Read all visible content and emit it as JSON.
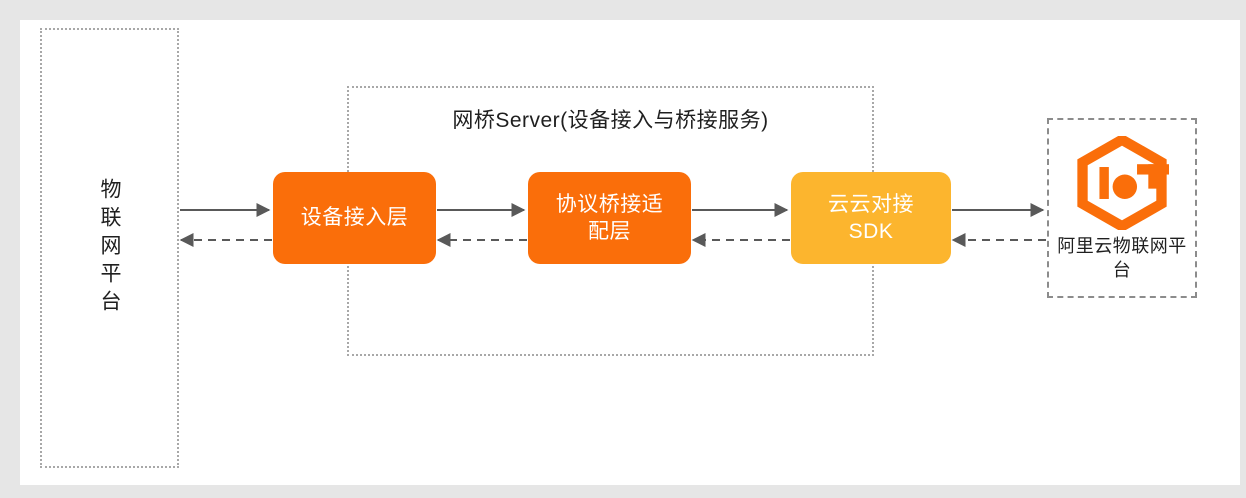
{
  "canvas": {
    "background": "#ffffff",
    "page_background": "#e6e6e6"
  },
  "colors": {
    "orange": "#FA6E0A",
    "amber": "#FCB52E",
    "border_dotted": "#a8a8a8",
    "border_dashed": "#8c8c8c",
    "arrow": "#595959",
    "text": "#1f1f1f"
  },
  "left_zone": {
    "name": "iot-platform-left",
    "label": "物联网平台",
    "border_style": "dotted"
  },
  "bridge_server": {
    "title": "网桥Server(设备接入与桥接服务)",
    "border_style": "dotted",
    "nodes": [
      {
        "id": "device-access",
        "label": "设备接入层",
        "color": "#FA6E0A"
      },
      {
        "id": "protocol-bridge",
        "label": "协议桥接适配层",
        "color": "#FA6E0A"
      },
      {
        "id": "cloud-sdk",
        "label": "云云对接\nSDK",
        "color": "#FCB52E"
      }
    ]
  },
  "right_zone": {
    "name": "alicloud-iot-platform",
    "label": "阿里云物联网平台",
    "logo_name": "alicloud-iot-logo",
    "logo_text": "IoT",
    "border_style": "dashed"
  },
  "flows": [
    {
      "id": "flow-1-forward",
      "from": "iot-platform-left",
      "to": "device-access",
      "style": "solid",
      "direction": "right"
    },
    {
      "id": "flow-1-return",
      "from": "device-access",
      "to": "iot-platform-left",
      "style": "dashed",
      "direction": "left"
    },
    {
      "id": "flow-2-forward",
      "from": "device-access",
      "to": "protocol-bridge",
      "style": "solid",
      "direction": "right"
    },
    {
      "id": "flow-2-return",
      "from": "protocol-bridge",
      "to": "device-access",
      "style": "dashed",
      "direction": "left"
    },
    {
      "id": "flow-3-forward",
      "from": "protocol-bridge",
      "to": "cloud-sdk",
      "style": "solid",
      "direction": "right"
    },
    {
      "id": "flow-3-return",
      "from": "cloud-sdk",
      "to": "protocol-bridge",
      "style": "dashed",
      "direction": "left"
    },
    {
      "id": "flow-4-forward",
      "from": "cloud-sdk",
      "to": "alicloud-iot-platform",
      "style": "solid",
      "direction": "right"
    },
    {
      "id": "flow-4-return",
      "from": "alicloud-iot-platform",
      "to": "cloud-sdk",
      "style": "dashed",
      "direction": "left"
    }
  ]
}
